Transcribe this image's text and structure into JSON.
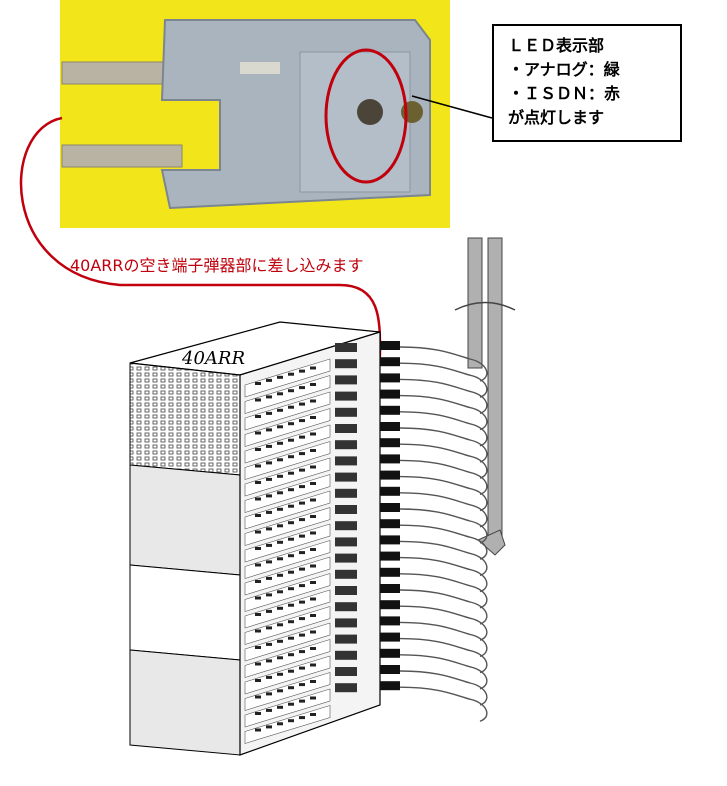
{
  "callout": {
    "title": "ＬＥＤ表示部",
    "line_analog": "・アナログ：緑",
    "line_isdn": "・ＩＳＤＮ：赤",
    "line_note": "が点灯します"
  },
  "instruction": "40ARRの空き端子弾器部に差し込みます",
  "rack_label": "40ARR",
  "colors": {
    "photo_background": "#f2e61a",
    "module_body": "#a9b4bf",
    "highlight_ring": "#c0000c",
    "arrow": "#c0000c"
  }
}
